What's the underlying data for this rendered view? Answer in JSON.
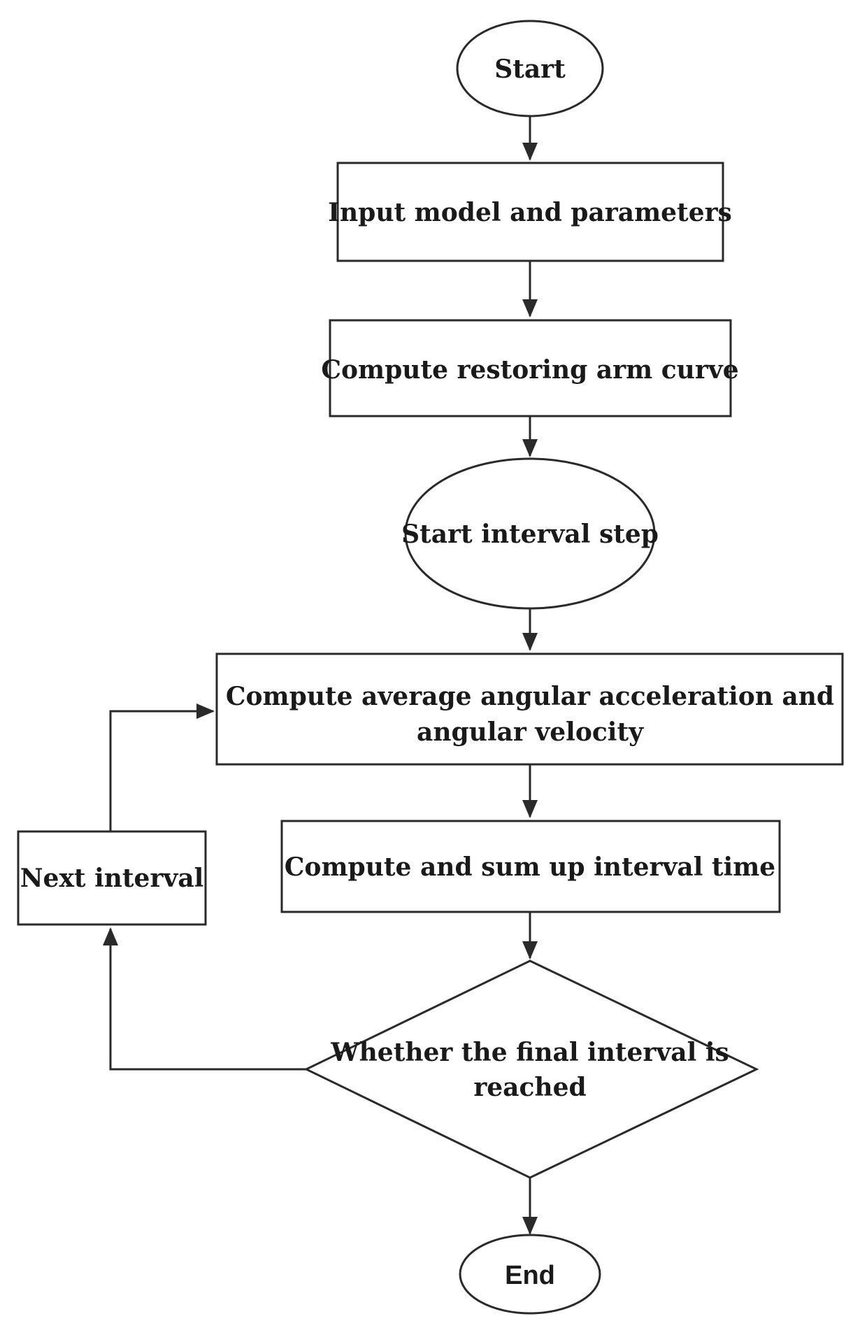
{
  "diagram": {
    "nodes": {
      "start": {
        "label": "Start"
      },
      "input": {
        "label": "Input model and parameters"
      },
      "restoring": {
        "label": "Compute restoring arm curve"
      },
      "interval_start": {
        "label": "Start interval step"
      },
      "average": {
        "line1": "Compute average angular acceleration and",
        "line2": "angular velocity"
      },
      "sum": {
        "label": "Compute and sum up interval time"
      },
      "decision": {
        "line1": "Whether the final interval is",
        "line2": "reached"
      },
      "next": {
        "label": "Next interval"
      },
      "end": {
        "label": "End"
      }
    },
    "colors": {
      "stroke": "#2a2a2a",
      "fill": "#ffffff",
      "text": "#1a1a1a"
    }
  }
}
